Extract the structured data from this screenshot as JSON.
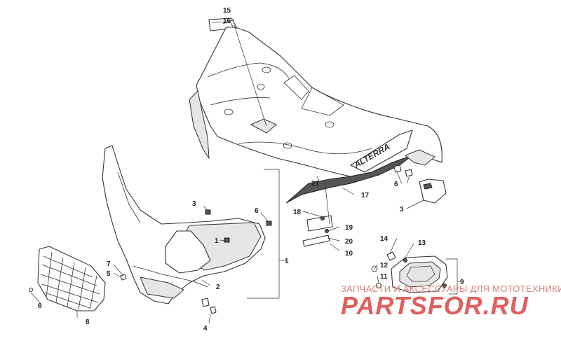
{
  "decal_text": "ALTERRA",
  "callouts": [
    {
      "id": "c15",
      "text": "15"
    },
    {
      "id": "c16",
      "text": "16"
    },
    {
      "id": "c21",
      "text": "21"
    },
    {
      "id": "c17",
      "text": "17"
    },
    {
      "id": "c6a",
      "text": "6"
    },
    {
      "id": "c3a",
      "text": "3"
    },
    {
      "id": "c3b",
      "text": "3"
    },
    {
      "id": "c6b",
      "text": "6"
    },
    {
      "id": "c18",
      "text": "18"
    },
    {
      "id": "c19",
      "text": "19"
    },
    {
      "id": "c20",
      "text": "20"
    },
    {
      "id": "c10",
      "text": "10"
    },
    {
      "id": "c1a",
      "text": "1"
    },
    {
      "id": "c1b",
      "text": "1"
    },
    {
      "id": "c14",
      "text": "14"
    },
    {
      "id": "c13",
      "text": "13"
    },
    {
      "id": "c7",
      "text": "7"
    },
    {
      "id": "c5",
      "text": "5"
    },
    {
      "id": "c12",
      "text": "12"
    },
    {
      "id": "c11",
      "text": "11"
    },
    {
      "id": "c9",
      "text": "9"
    },
    {
      "id": "c2",
      "text": "2"
    },
    {
      "id": "c6c",
      "text": "6"
    },
    {
      "id": "c8",
      "text": "8"
    },
    {
      "id": "c4",
      "text": "4"
    }
  ],
  "watermark": {
    "subtitle": "ЗАПЧАСТИ И АКСЕССУАРЫ ДЛЯ МОТОТЕХНИКИ",
    "logo": "PARTSFOR.RU"
  }
}
